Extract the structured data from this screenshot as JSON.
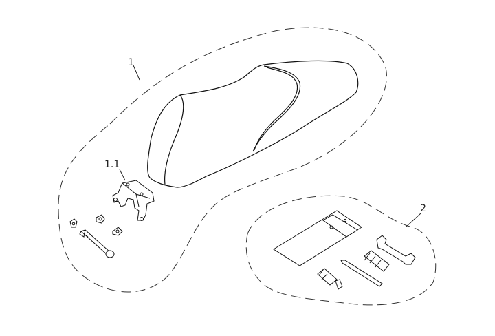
{
  "callouts": {
    "seat": "1",
    "bracket": "1.1",
    "toolkit": "2"
  },
  "colors": {
    "ink": "#111111",
    "dash": "#333333",
    "background": "#ffffff"
  }
}
